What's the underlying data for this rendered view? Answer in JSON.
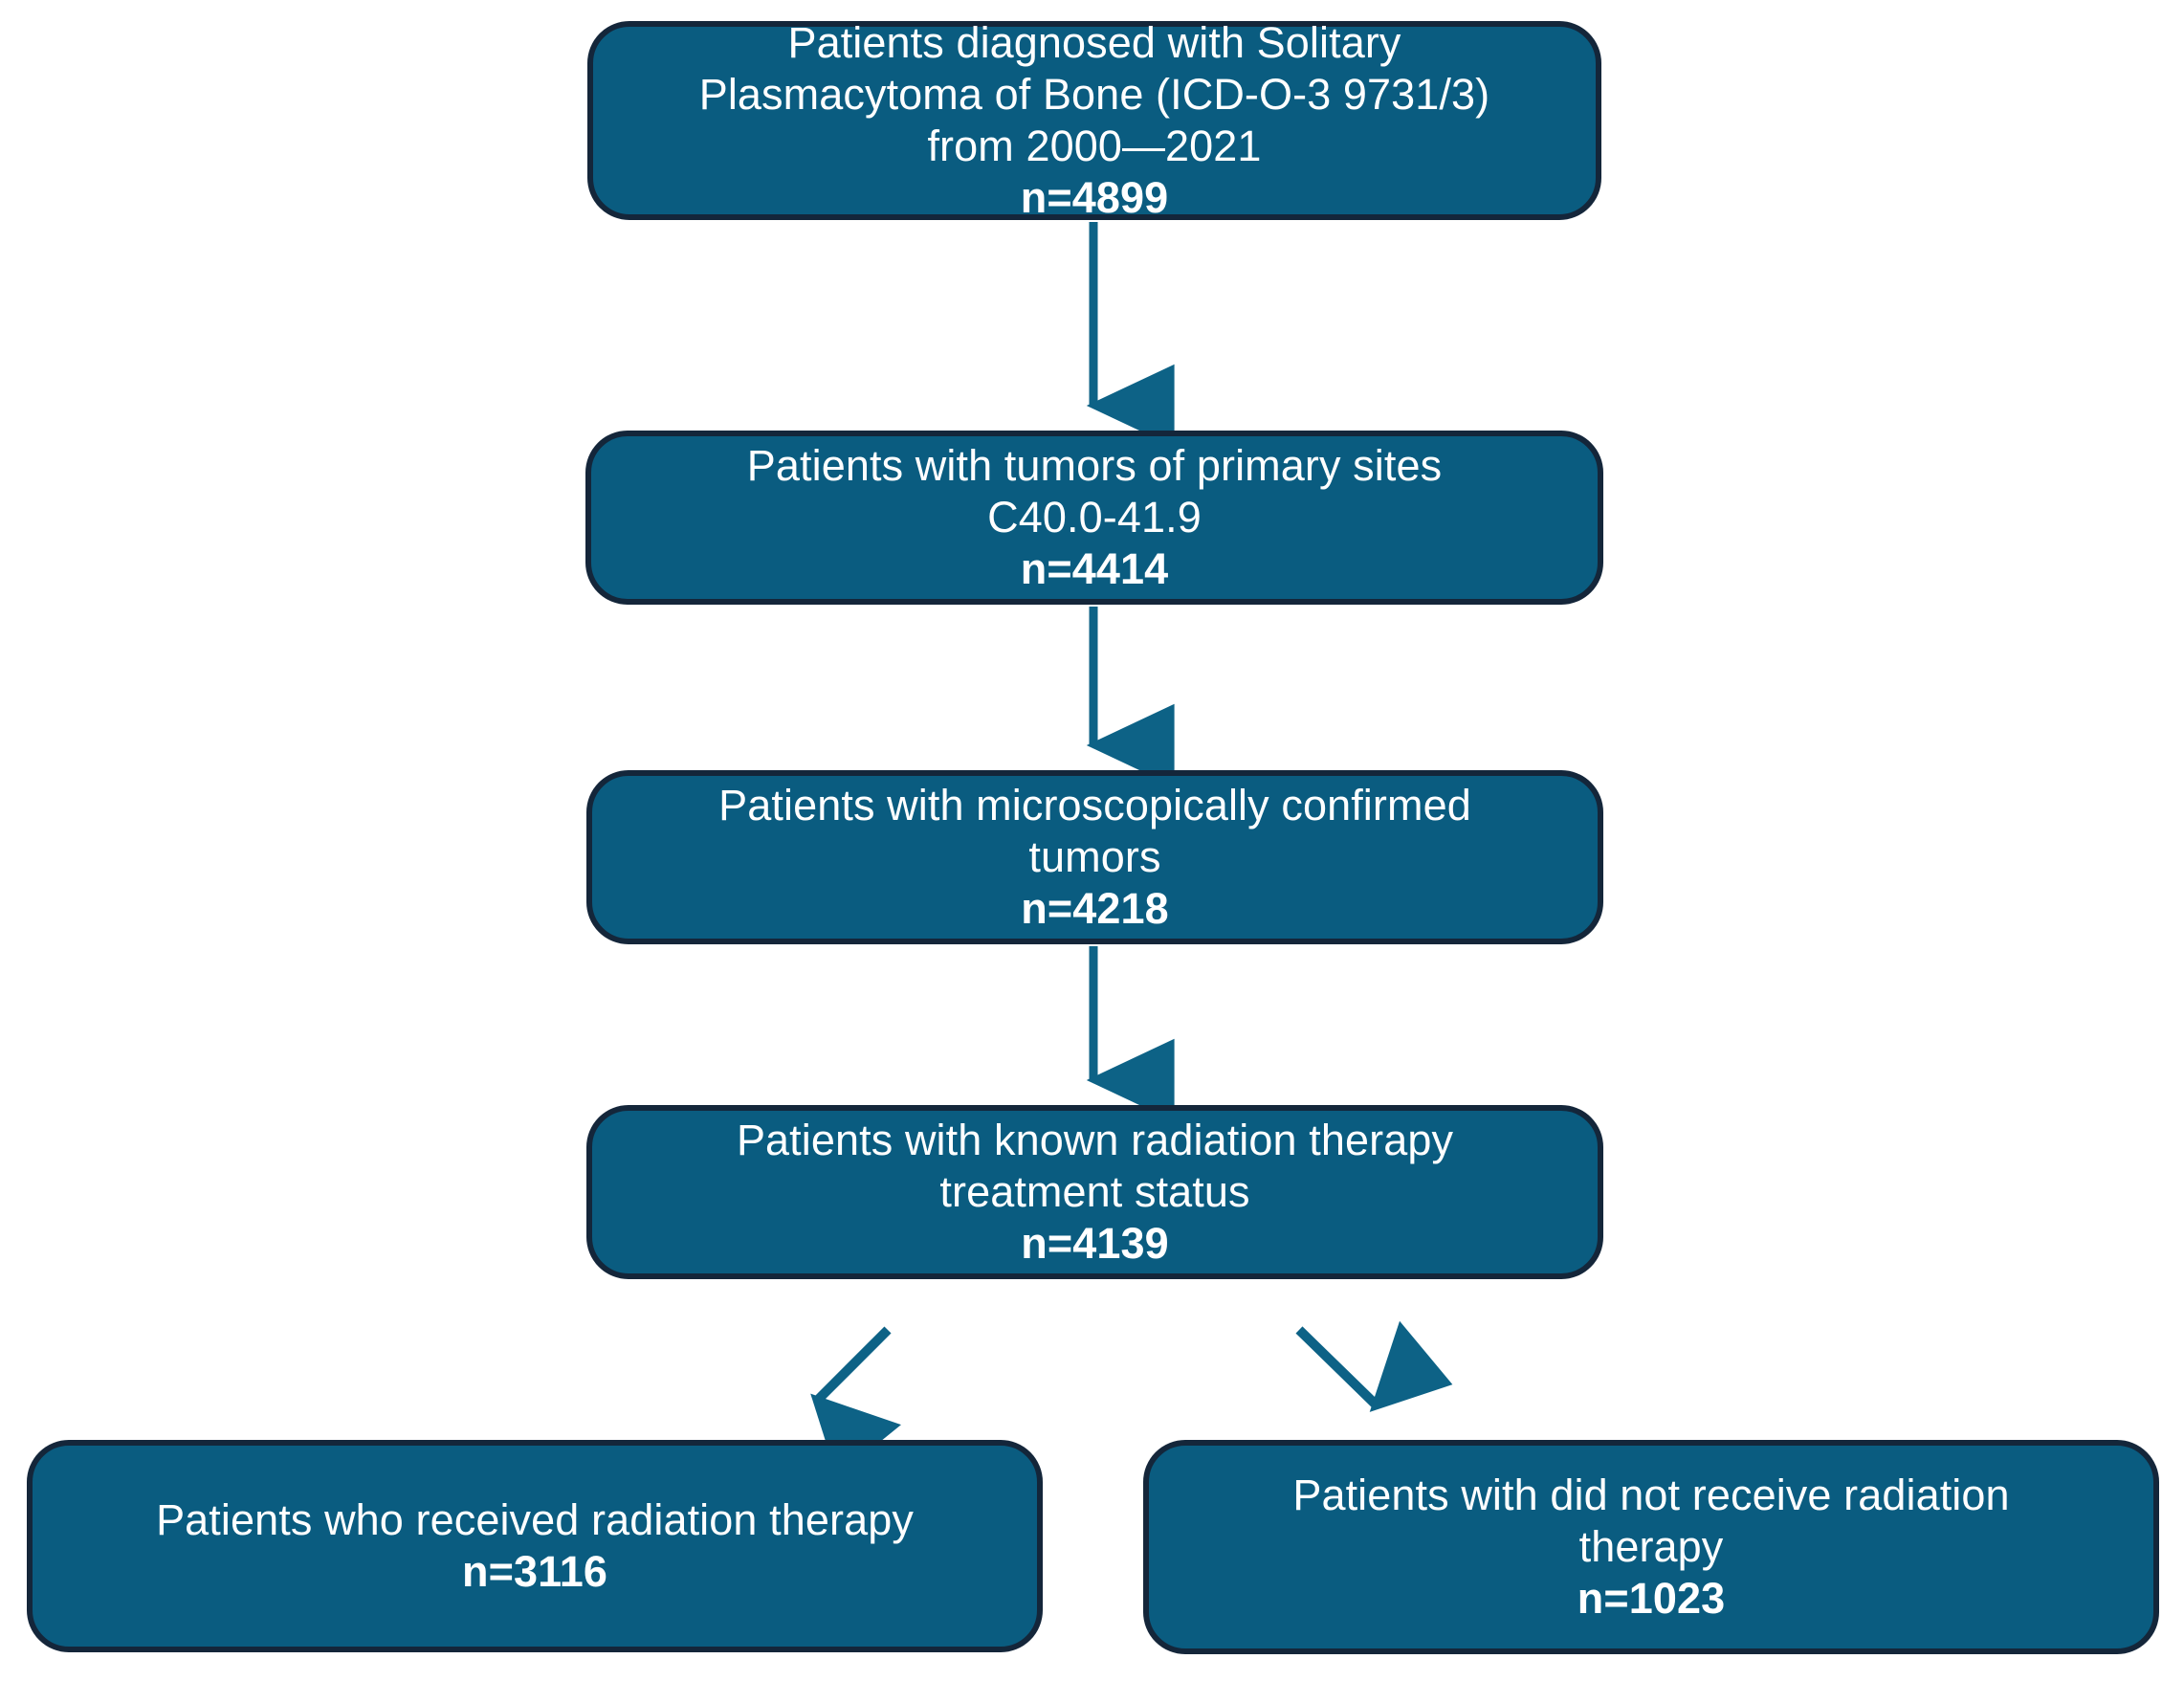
{
  "diagram": {
    "type": "patient-selection-flowchart",
    "colors": {
      "box_fill": "#0a5c80",
      "box_border": "#14263a",
      "arrow": "#0d6286",
      "text": "#ffffff",
      "background": "#ffffff"
    },
    "nodes": [
      {
        "id": "cohort",
        "lines": [
          "Patients diagnosed with Solitary",
          "Plasmacytoma of Bone (ICD-O-3 9731/3)",
          "from 2000—2021"
        ],
        "count_label": "n=4899",
        "count_value": 4899
      },
      {
        "id": "primary",
        "lines": [
          "Patients with tumors of primary sites",
          "C40.0-41.9"
        ],
        "count_label": "n=4414",
        "count_value": 4414
      },
      {
        "id": "micro",
        "lines": [
          "Patients with microscopically confirmed",
          "tumors"
        ],
        "count_label": "n=4218",
        "count_value": 4218
      },
      {
        "id": "rtstatus",
        "lines": [
          "Patients with known radiation therapy",
          "treatment status"
        ],
        "count_label": "n=4139",
        "count_value": 4139
      },
      {
        "id": "received",
        "lines": [
          "Patients who received radiation therapy"
        ],
        "count_label": "n=3116",
        "count_value": 3116
      },
      {
        "id": "notreceived",
        "lines": [
          "Patients with did not receive radiation",
          "therapy"
        ],
        "count_label": "n=1023",
        "count_value": 1023
      }
    ],
    "edges": [
      {
        "id": "cohort-to-primary",
        "from": "cohort",
        "to": "primary",
        "style": "vertical-arrow"
      },
      {
        "id": "primary-to-micro",
        "from": "primary",
        "to": "micro",
        "style": "vertical-arrow"
      },
      {
        "id": "micro-to-rtstatus",
        "from": "micro",
        "to": "rtstatus",
        "style": "vertical-arrow"
      },
      {
        "id": "rtstatus-to-received",
        "from": "rtstatus",
        "to": "received",
        "style": "diagonal-arrow-left"
      },
      {
        "id": "rtstatus-to-notreceived",
        "from": "rtstatus",
        "to": "notreceived",
        "style": "diagonal-arrow-right"
      }
    ]
  }
}
